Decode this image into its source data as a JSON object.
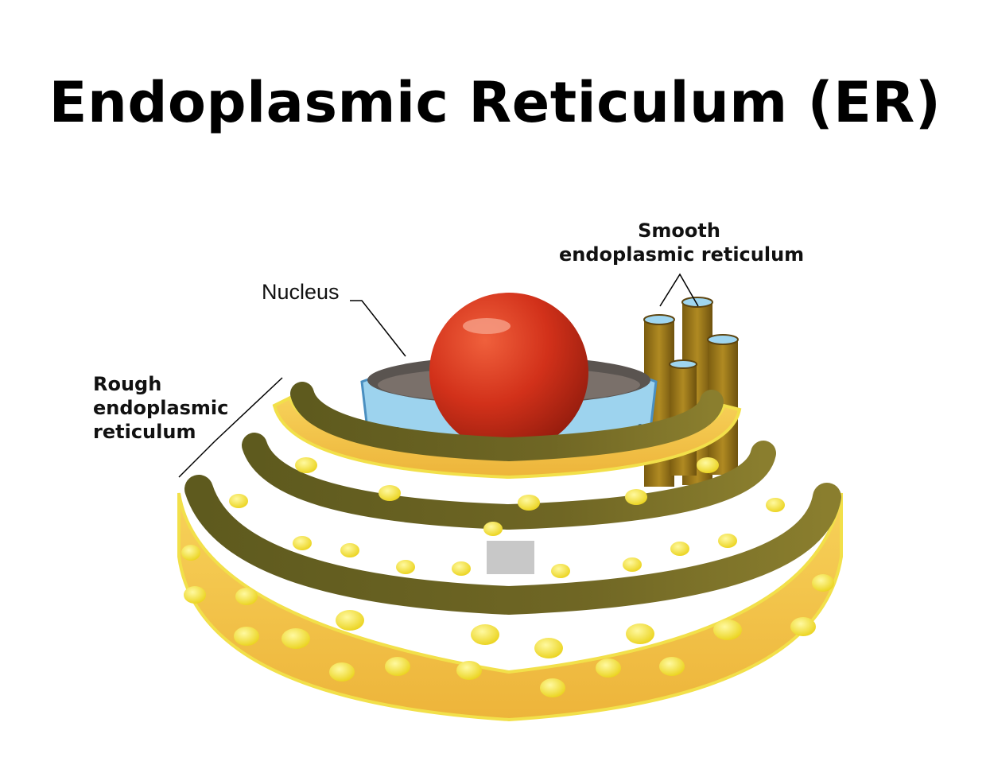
{
  "title": "Endoplasmic Reticulum (ER)",
  "labels": {
    "nucleus": "Nucleus",
    "smooth_er": [
      "Smooth",
      "endoplasmic reticulum"
    ],
    "rough_er": [
      "Rough",
      "endoplasmic",
      "reticulum"
    ]
  },
  "colors": {
    "membrane_outer": "#F5C84A",
    "membrane_edge": "#F2E04A",
    "lumen": "#6E6420",
    "ribosome": "#F3E33A",
    "nucleolus": "#D9331A",
    "nuclear_envelope": "#8FCBEB",
    "smooth_er_tube": "#9A7618"
  }
}
